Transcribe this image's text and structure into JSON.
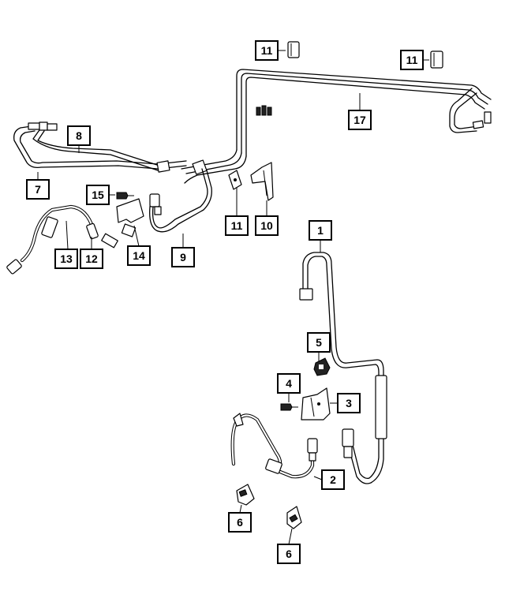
{
  "callouts": {
    "c1": "1",
    "c2": "2",
    "c3": "3",
    "c4": "4",
    "c5": "5",
    "c6a": "6",
    "c6b": "6",
    "c7": "7",
    "c8": "8",
    "c9": "9",
    "c10": "10",
    "c11a": "11",
    "c11b": "11",
    "c11c": "11",
    "c12": "12",
    "c13": "13",
    "c14": "14",
    "c15": "15",
    "c17": "17"
  },
  "parts": {
    "brake_tube_front": "front-brake-tube",
    "wheel_speed_sensor": "wheel-speed-sensor"
  }
}
